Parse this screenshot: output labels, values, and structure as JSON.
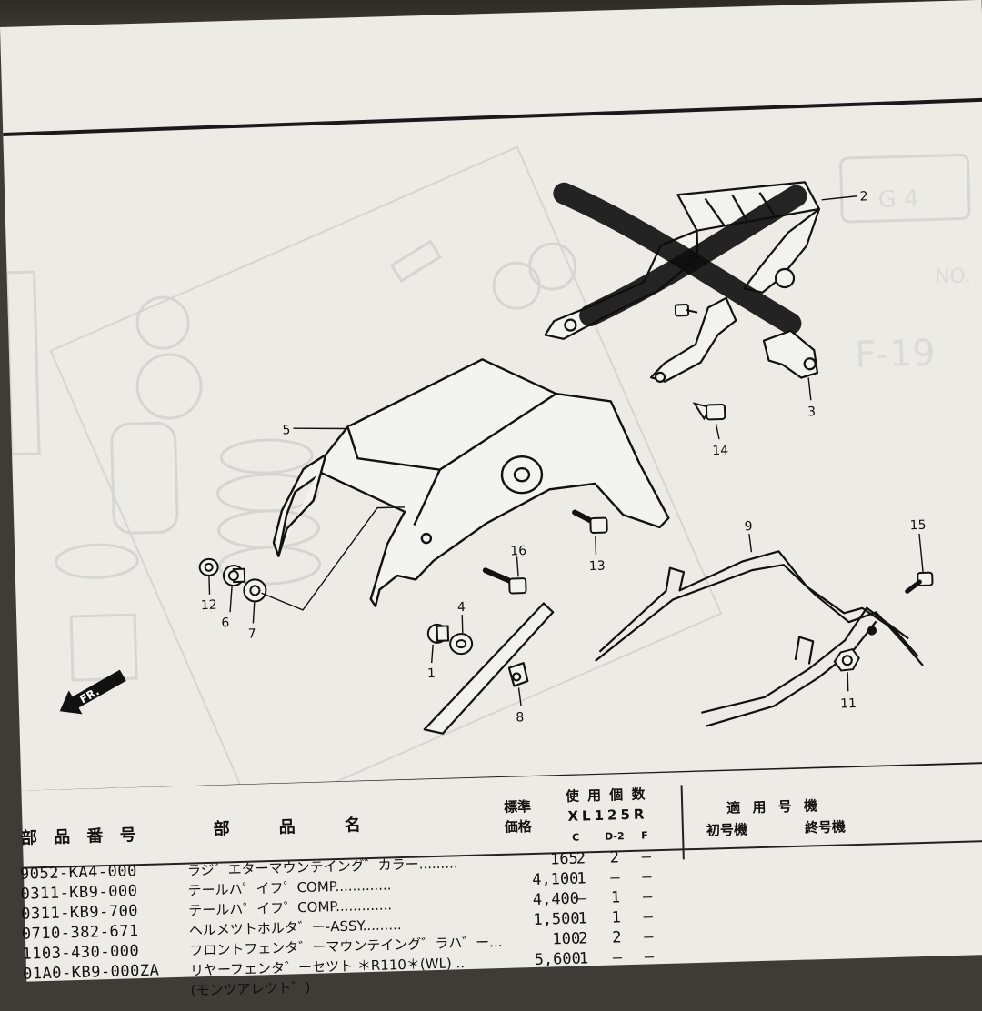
{
  "diagram": {
    "callouts": [
      "1",
      "2",
      "3",
      "4",
      "5",
      "6",
      "7",
      "8",
      "9",
      "11",
      "12",
      "13",
      "14",
      "15",
      "16"
    ],
    "front_arrow": "FR."
  },
  "table": {
    "headers": {
      "part_number": "部 品 番 号",
      "part_name": "部　　品　　名",
      "price_line1": "標準",
      "price_line2": "価格",
      "usage_line1": "使 用 個 数",
      "usage_line2": "XL125R",
      "usage_cols": [
        "C",
        "D-2",
        "F"
      ],
      "applicable": "適 用 号 機",
      "first_no": "初号機",
      "last_no": "終号機"
    },
    "rows": [
      {
        "part_no": "9052-KA4-000",
        "name": "ラジ゛エターマウンテイング゛カラー.........",
        "price": "165",
        "c": "2",
        "d2": "2",
        "f": "–"
      },
      {
        "part_no": "0311-KB9-000",
        "name": "テールハ゜イフ゜COMP.............",
        "price": "4,100",
        "c": "1",
        "d2": "–",
        "f": "–"
      },
      {
        "part_no": "0311-KB9-700",
        "name": "テールハ゜イフ゜COMP.............",
        "price": "4,400",
        "c": "–",
        "d2": "1",
        "f": "–"
      },
      {
        "part_no": "0710-382-671",
        "name": "ヘルメツトホルタ゛ー-ASSY.........",
        "price": "1,500",
        "c": "1",
        "d2": "1",
        "f": "–"
      },
      {
        "part_no": "1103-430-000",
        "name": "フロントフェンタ゛ーマウンテイング゛ラハ゛ー...",
        "price": "100",
        "c": "2",
        "d2": "2",
        "f": "–"
      },
      {
        "part_no": "01A0-KB9-000ZA",
        "name": "リヤーフェンタ゛ーセツト ＊R110＊(WL) ..",
        "price": "5,600",
        "c": "1",
        "d2": "–",
        "f": "–"
      },
      {
        "part_no": "",
        "name": "(モンツアレツト゛)",
        "price": "",
        "c": "",
        "d2": "",
        "f": ""
      }
    ]
  }
}
